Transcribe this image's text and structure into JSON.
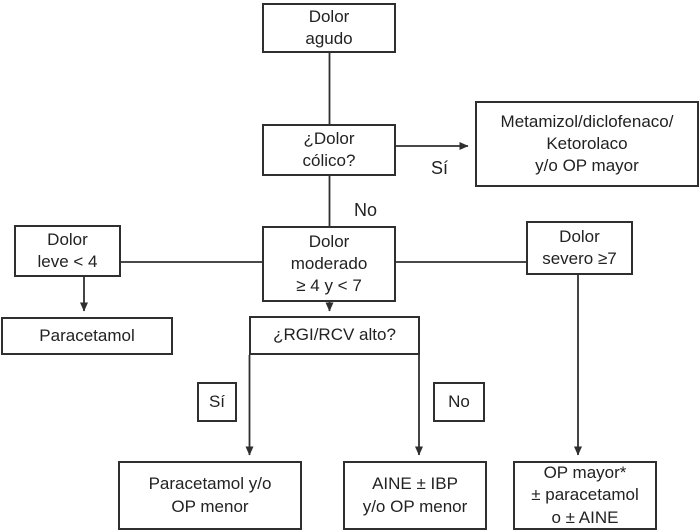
{
  "diagram": {
    "type": "flowchart",
    "language": "es",
    "topic": "Algoritmo de tratamiento del dolor agudo",
    "nodes": {
      "dolor_agudo": {
        "label": "Dolor\nagudo"
      },
      "dolor_colico": {
        "label": "¿Dolor\ncólico?"
      },
      "metamizol": {
        "label": "Metamizol/diclofenaco/\nKetorolaco\ny/o OP mayor"
      },
      "dolor_leve": {
        "label": "Dolor\nleve < 4"
      },
      "paracetamol": {
        "label": "Paracetamol"
      },
      "dolor_moderado": {
        "label": "Dolor\nmoderado\n≥ 4 y < 7"
      },
      "dolor_severo": {
        "label": "Dolor\nsevero ≥7"
      },
      "rgi_rcv": {
        "label": "¿RGI/RCV alto?"
      },
      "si_box": {
        "label": "Sí"
      },
      "no_box": {
        "label": "No"
      },
      "paracetamol_op_menor": {
        "label": "Paracetamol y/o\nOP menor"
      },
      "aine_ibp": {
        "label": "AINE ± IBP\ny/o OP menor"
      },
      "op_mayor": {
        "label": "OP mayor*\n± paracetamol\no ± AINE"
      }
    },
    "edge_labels": {
      "si_colico": "Sí",
      "no_colico": "No"
    },
    "colors": {
      "background": "#ffffff",
      "line": "#2f2f2f",
      "border": "#2f2f2f",
      "text": "#222222"
    }
  }
}
